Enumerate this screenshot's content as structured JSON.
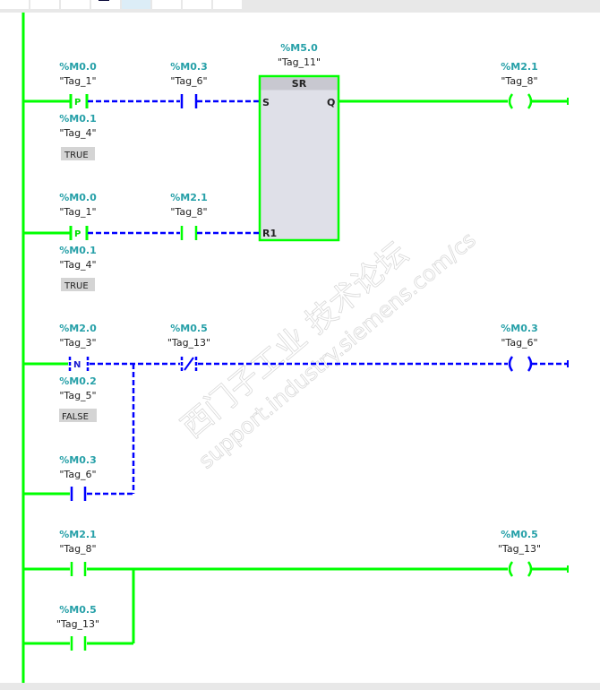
{
  "toolbar": {
    "buttons": [
      {
        "name": "toolbar-button-1",
        "active": false
      },
      {
        "name": "toolbar-button-2",
        "active": false
      },
      {
        "name": "toolbar-button-3",
        "active": false
      },
      {
        "name": "toolbar-button-4",
        "active": false
      },
      {
        "name": "toolbar-button-5",
        "active": true
      },
      {
        "name": "toolbar-button-6",
        "active": false
      },
      {
        "name": "toolbar-button-7",
        "active": false
      },
      {
        "name": "toolbar-button-8",
        "active": false
      }
    ]
  },
  "colors": {
    "powered": "#00ff00",
    "unpowered": "#0000ff",
    "address": "#26a0a8",
    "block_fill": "#dfe0e8",
    "block_header": "#c8c8d0"
  },
  "networks": {
    "n1": {
      "contact1": {
        "address": "%M0.0",
        "tag": "\"Tag_1\"",
        "type": "P",
        "mem_address": "%M0.1",
        "mem_tag": "\"Tag_4\"",
        "mem_value": "TRUE"
      },
      "contact2": {
        "address": "%M0.3",
        "tag": "\"Tag_6\"",
        "type": "NO"
      },
      "block": {
        "address": "%M5.0",
        "tag": "\"Tag_11\"",
        "title": "SR",
        "pin_s": "S",
        "pin_q": "Q",
        "pin_r1": "R1"
      },
      "coil": {
        "address": "%M2.1",
        "tag": "\"Tag_8\""
      }
    },
    "n1b": {
      "contact1": {
        "address": "%M0.0",
        "tag": "\"Tag_1\"",
        "type": "P",
        "mem_address": "%M0.1",
        "mem_tag": "\"Tag_4\"",
        "mem_value": "TRUE"
      },
      "contact2": {
        "address": "%M2.1",
        "tag": "\"Tag_8\"",
        "type": "NO"
      }
    },
    "n2": {
      "contact1": {
        "address": "%M2.0",
        "tag": "\"Tag_3\"",
        "type": "N",
        "mem_address": "%M0.2",
        "mem_tag": "\"Tag_5\"",
        "mem_value": "FALSE"
      },
      "contact2": {
        "address": "%M0.5",
        "tag": "\"Tag_13\"",
        "type": "NC"
      },
      "parallel": {
        "address": "%M0.3",
        "tag": "\"Tag_6\"",
        "type": "NO"
      },
      "coil": {
        "address": "%M0.3",
        "tag": "\"Tag_6\""
      }
    },
    "n3": {
      "contact1": {
        "address": "%M2.1",
        "tag": "\"Tag_8\"",
        "type": "NO"
      },
      "parallel": {
        "address": "%M0.5",
        "tag": "\"Tag_13\"",
        "type": "NO"
      },
      "coil": {
        "address": "%M0.5",
        "tag": "\"Tag_13\""
      }
    }
  },
  "watermark": {
    "line1": "西门子工业 技术论坛",
    "line2": "support.industry.siemens.com/cs"
  }
}
